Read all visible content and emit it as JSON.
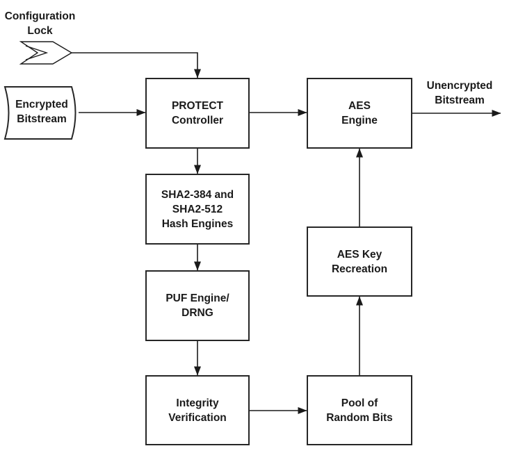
{
  "diagram": {
    "description": "Bitstream decryption / PROTECT security block diagram",
    "colors": {
      "background": "#ffffff",
      "line": "#1a1a1a",
      "box_fill": "#ffffff",
      "box_border": "#262626",
      "text": "#1a1a1a"
    },
    "external_labels": {
      "configuration_lock": "Configuration\nLock",
      "encrypted_bitstream": "Encrypted\nBitstream",
      "unencrypted_bitstream": "Unencrypted\nBitstream"
    },
    "nodes": [
      {
        "id": "protect-controller",
        "label": "PROTECT\nController"
      },
      {
        "id": "aes-engine",
        "label": "AES\nEngine"
      },
      {
        "id": "sha2-hash-engines",
        "label": "SHA2-384 and\nSHA2-512\nHash Engines"
      },
      {
        "id": "puf-engine-drng",
        "label": "PUF Engine/\nDRNG"
      },
      {
        "id": "integrity-verification",
        "label": "Integrity\nVerification"
      },
      {
        "id": "aes-key-recreation",
        "label": "AES Key\nRecreation"
      },
      {
        "id": "pool-of-random-bits",
        "label": "Pool of\nRandom Bits"
      }
    ],
    "edges": [
      {
        "from": "configuration-lock",
        "to": "protect-controller"
      },
      {
        "from": "encrypted-bitstream",
        "to": "protect-controller"
      },
      {
        "from": "protect-controller",
        "to": "aes-engine"
      },
      {
        "from": "aes-engine",
        "to": "unencrypted-bitstream"
      },
      {
        "from": "protect-controller",
        "to": "sha2-hash-engines"
      },
      {
        "from": "sha2-hash-engines",
        "to": "puf-engine-drng"
      },
      {
        "from": "puf-engine-drng",
        "to": "integrity-verification"
      },
      {
        "from": "integrity-verification",
        "to": "pool-of-random-bits"
      },
      {
        "from": "pool-of-random-bits",
        "to": "aes-key-recreation"
      },
      {
        "from": "aes-key-recreation",
        "to": "aes-engine"
      }
    ]
  }
}
